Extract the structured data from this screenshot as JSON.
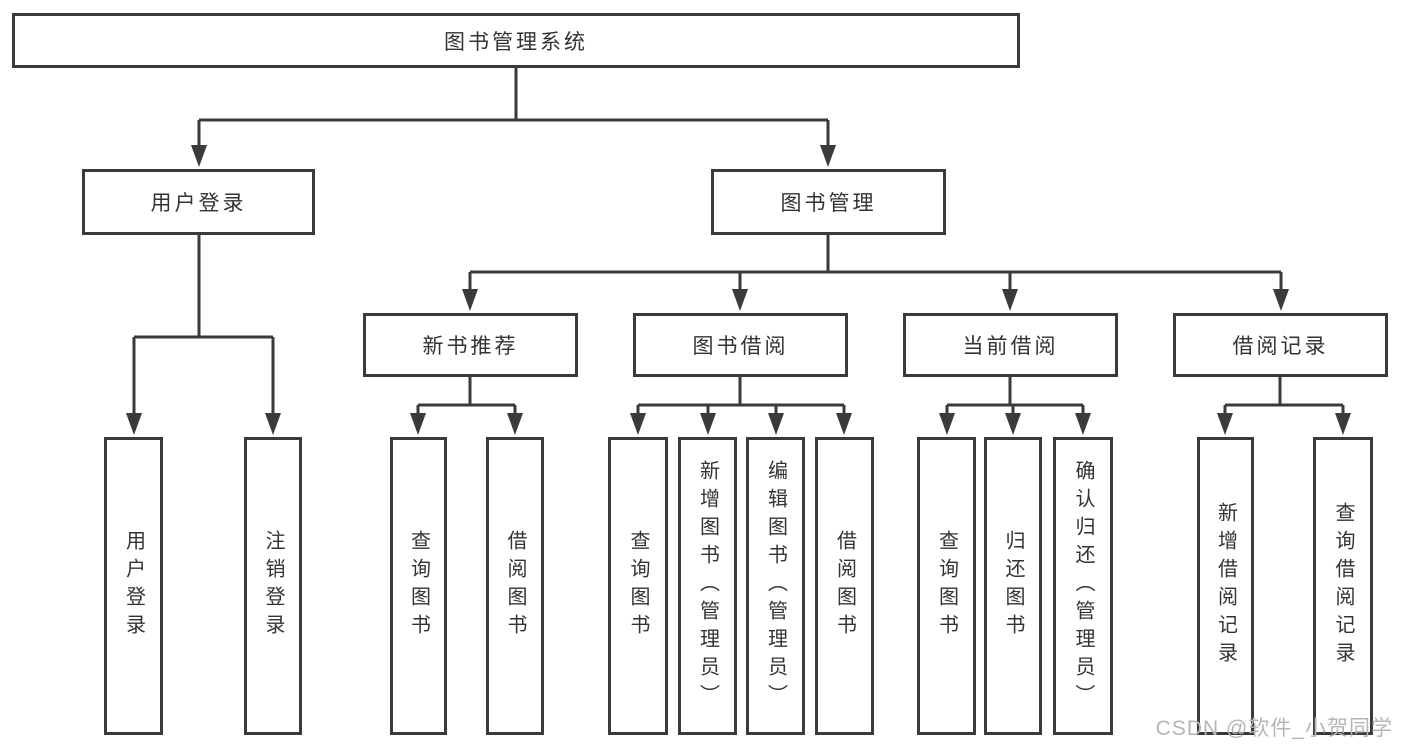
{
  "diagram": {
    "title": "图书管理系统",
    "watermark": "CSDN @软件_小贺同学",
    "colors": {
      "line": "#3a3a3a",
      "box_border": "#3a3a3a",
      "text": "#333333",
      "background": "#ffffff",
      "watermark": "#b5b5b5"
    },
    "nodes": {
      "root": "图书管理系统",
      "user_login": "用户登录",
      "book_mgmt": "图书管理",
      "login_leaf": "用户登录",
      "logout_leaf": "注销登录",
      "new_book_rec": "新书推荐",
      "book_borrow": "图书借阅",
      "current_borrow": "当前借阅",
      "borrow_records": "借阅记录",
      "nbr_query_books": "查询图书",
      "nbr_borrow_books": "借阅图书",
      "bb_query_books": "查询图书",
      "bb_add_books": "新增图书（管理员）",
      "bb_edit_books": "编辑图书（管理员）",
      "bb_borrow_books": "借阅图书",
      "cb_query_books": "查询图书",
      "cb_return_books": "归还图书",
      "cb_confirm_return": "确认归还（管理员）",
      "br_add_record": "新增借阅记录",
      "br_query_record": "查询借阅记录"
    },
    "hierarchy": {
      "图书管理系统": [
        "用户登录",
        "图书管理"
      ],
      "用户登录": [
        "用户登录",
        "注销登录"
      ],
      "图书管理": [
        "新书推荐",
        "图书借阅",
        "当前借阅",
        "借阅记录"
      ],
      "新书推荐": [
        "查询图书",
        "借阅图书"
      ],
      "图书借阅": [
        "查询图书",
        "新增图书（管理员）",
        "编辑图书（管理员）",
        "借阅图书"
      ],
      "当前借阅": [
        "查询图书",
        "归还图书",
        "确认归还（管理员）"
      ],
      "借阅记录": [
        "新增借阅记录",
        "查询借阅记录"
      ]
    }
  }
}
